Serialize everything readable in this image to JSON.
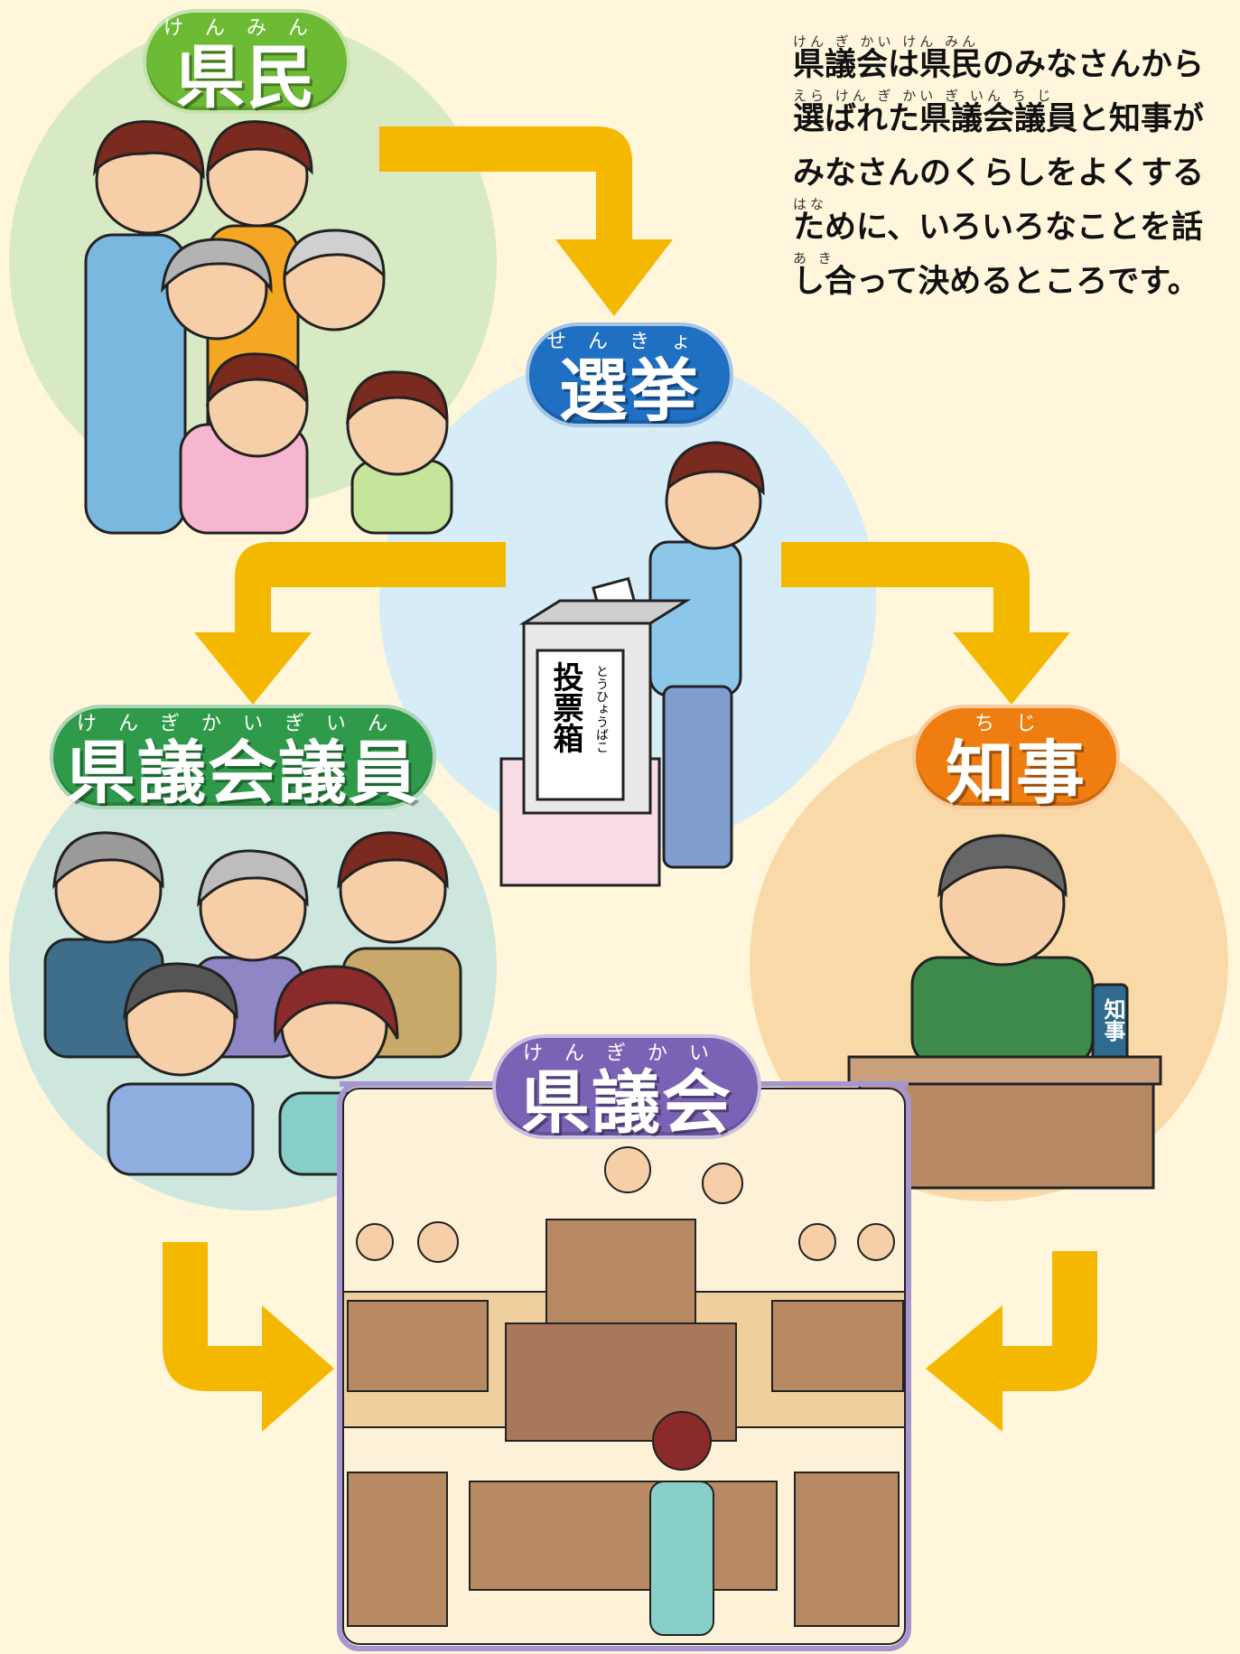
{
  "description": {
    "lines": [
      {
        "ruby": "けん ぎ かい      けん みん",
        "text": "県議会は県民のみなさんから"
      },
      {
        "ruby": "えら           けん ぎ かい ぎ いん     ち じ",
        "text": "選ばれた県議会議員と知事が"
      },
      {
        "ruby": "",
        "text": "みなさんのくらしをよくする"
      },
      {
        "ruby": "                                         はな",
        "text": "ために、いろいろなことを話"
      },
      {
        "ruby": "   あ       き",
        "text": "し合って決めるところです。"
      }
    ]
  },
  "nodes": {
    "kenmin": {
      "label": "県民",
      "ruby": "けんみん",
      "color": "#6dba34"
    },
    "senkyo": {
      "label": "選挙",
      "ruby": "せんきょ",
      "color": "#1f6fc2"
    },
    "giin": {
      "label": "県議会議員",
      "ruby": "けんぎかいぎいん",
      "color": "#2f9b4a"
    },
    "chiji": {
      "label": "知事",
      "ruby": "ちじ",
      "color": "#ef7d10"
    },
    "kengikai": {
      "label": "県議会",
      "ruby": "けんぎかい",
      "color": "#7a62b5"
    }
  },
  "ballot_box": {
    "label": "投票箱",
    "ruby": "とうひょうばこ"
  },
  "podium_sign": "知事",
  "colors": {
    "background": "#fff6dc",
    "arrow": "#f5b800",
    "circle_green": "#d6e9c3",
    "circle_blue": "#d6ecf6",
    "circle_teal": "#cde7df",
    "circle_orange": "#fad9a8"
  }
}
